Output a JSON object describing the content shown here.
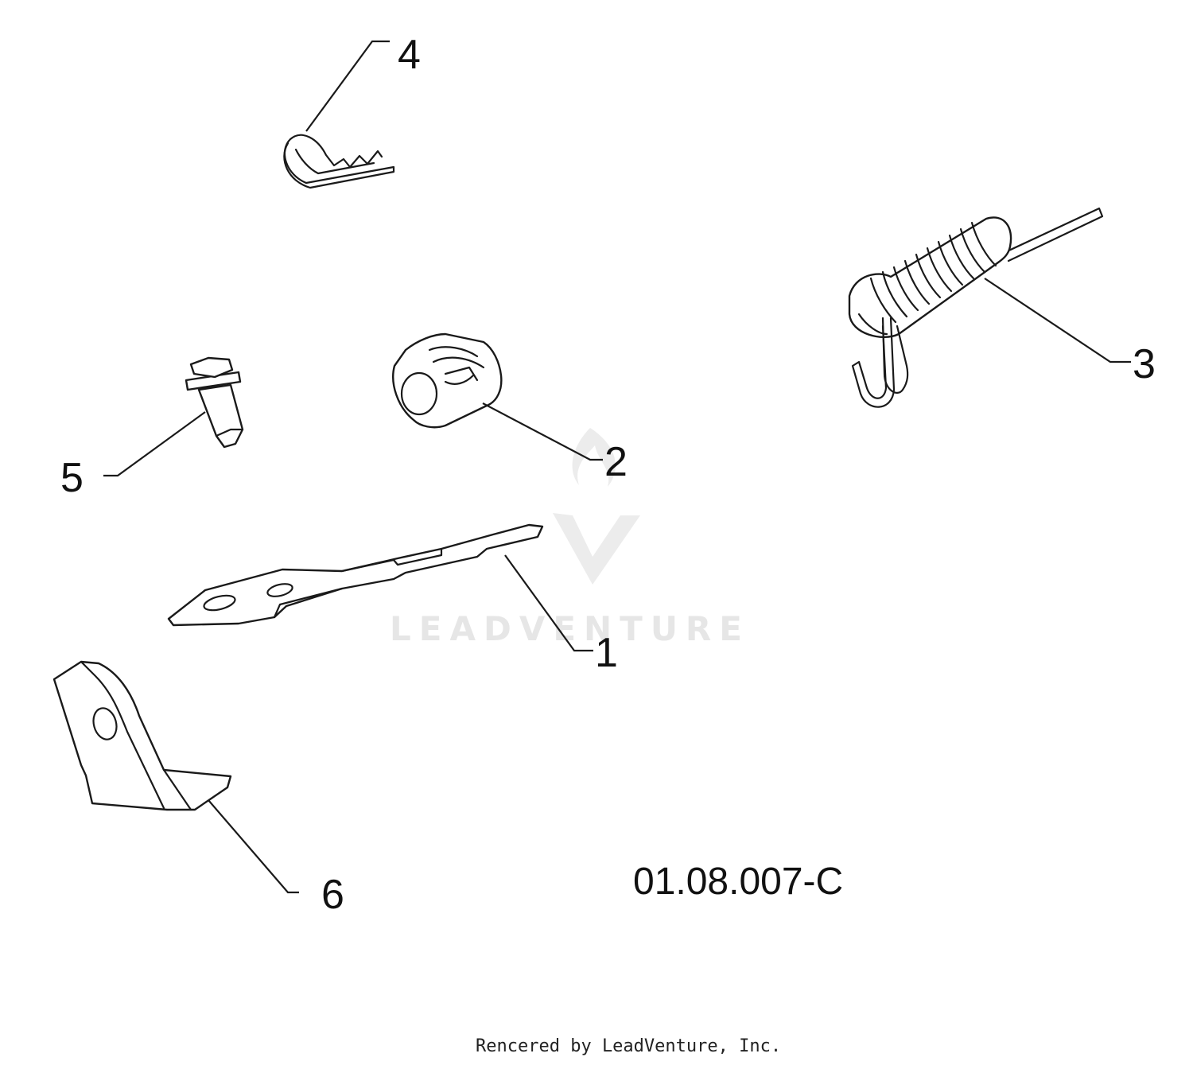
{
  "diagram": {
    "callouts": [
      "1",
      "2",
      "3",
      "4",
      "5",
      "6"
    ],
    "code": "01.08.007-C"
  },
  "watermark": {
    "text": "LEADVENTURE"
  },
  "footer": {
    "credit": "Rencered by LeadVenture, Inc."
  },
  "colors": {
    "ink": "#1a1a1a",
    "watermark": "#e6e6e6",
    "background": "#ffffff"
  }
}
